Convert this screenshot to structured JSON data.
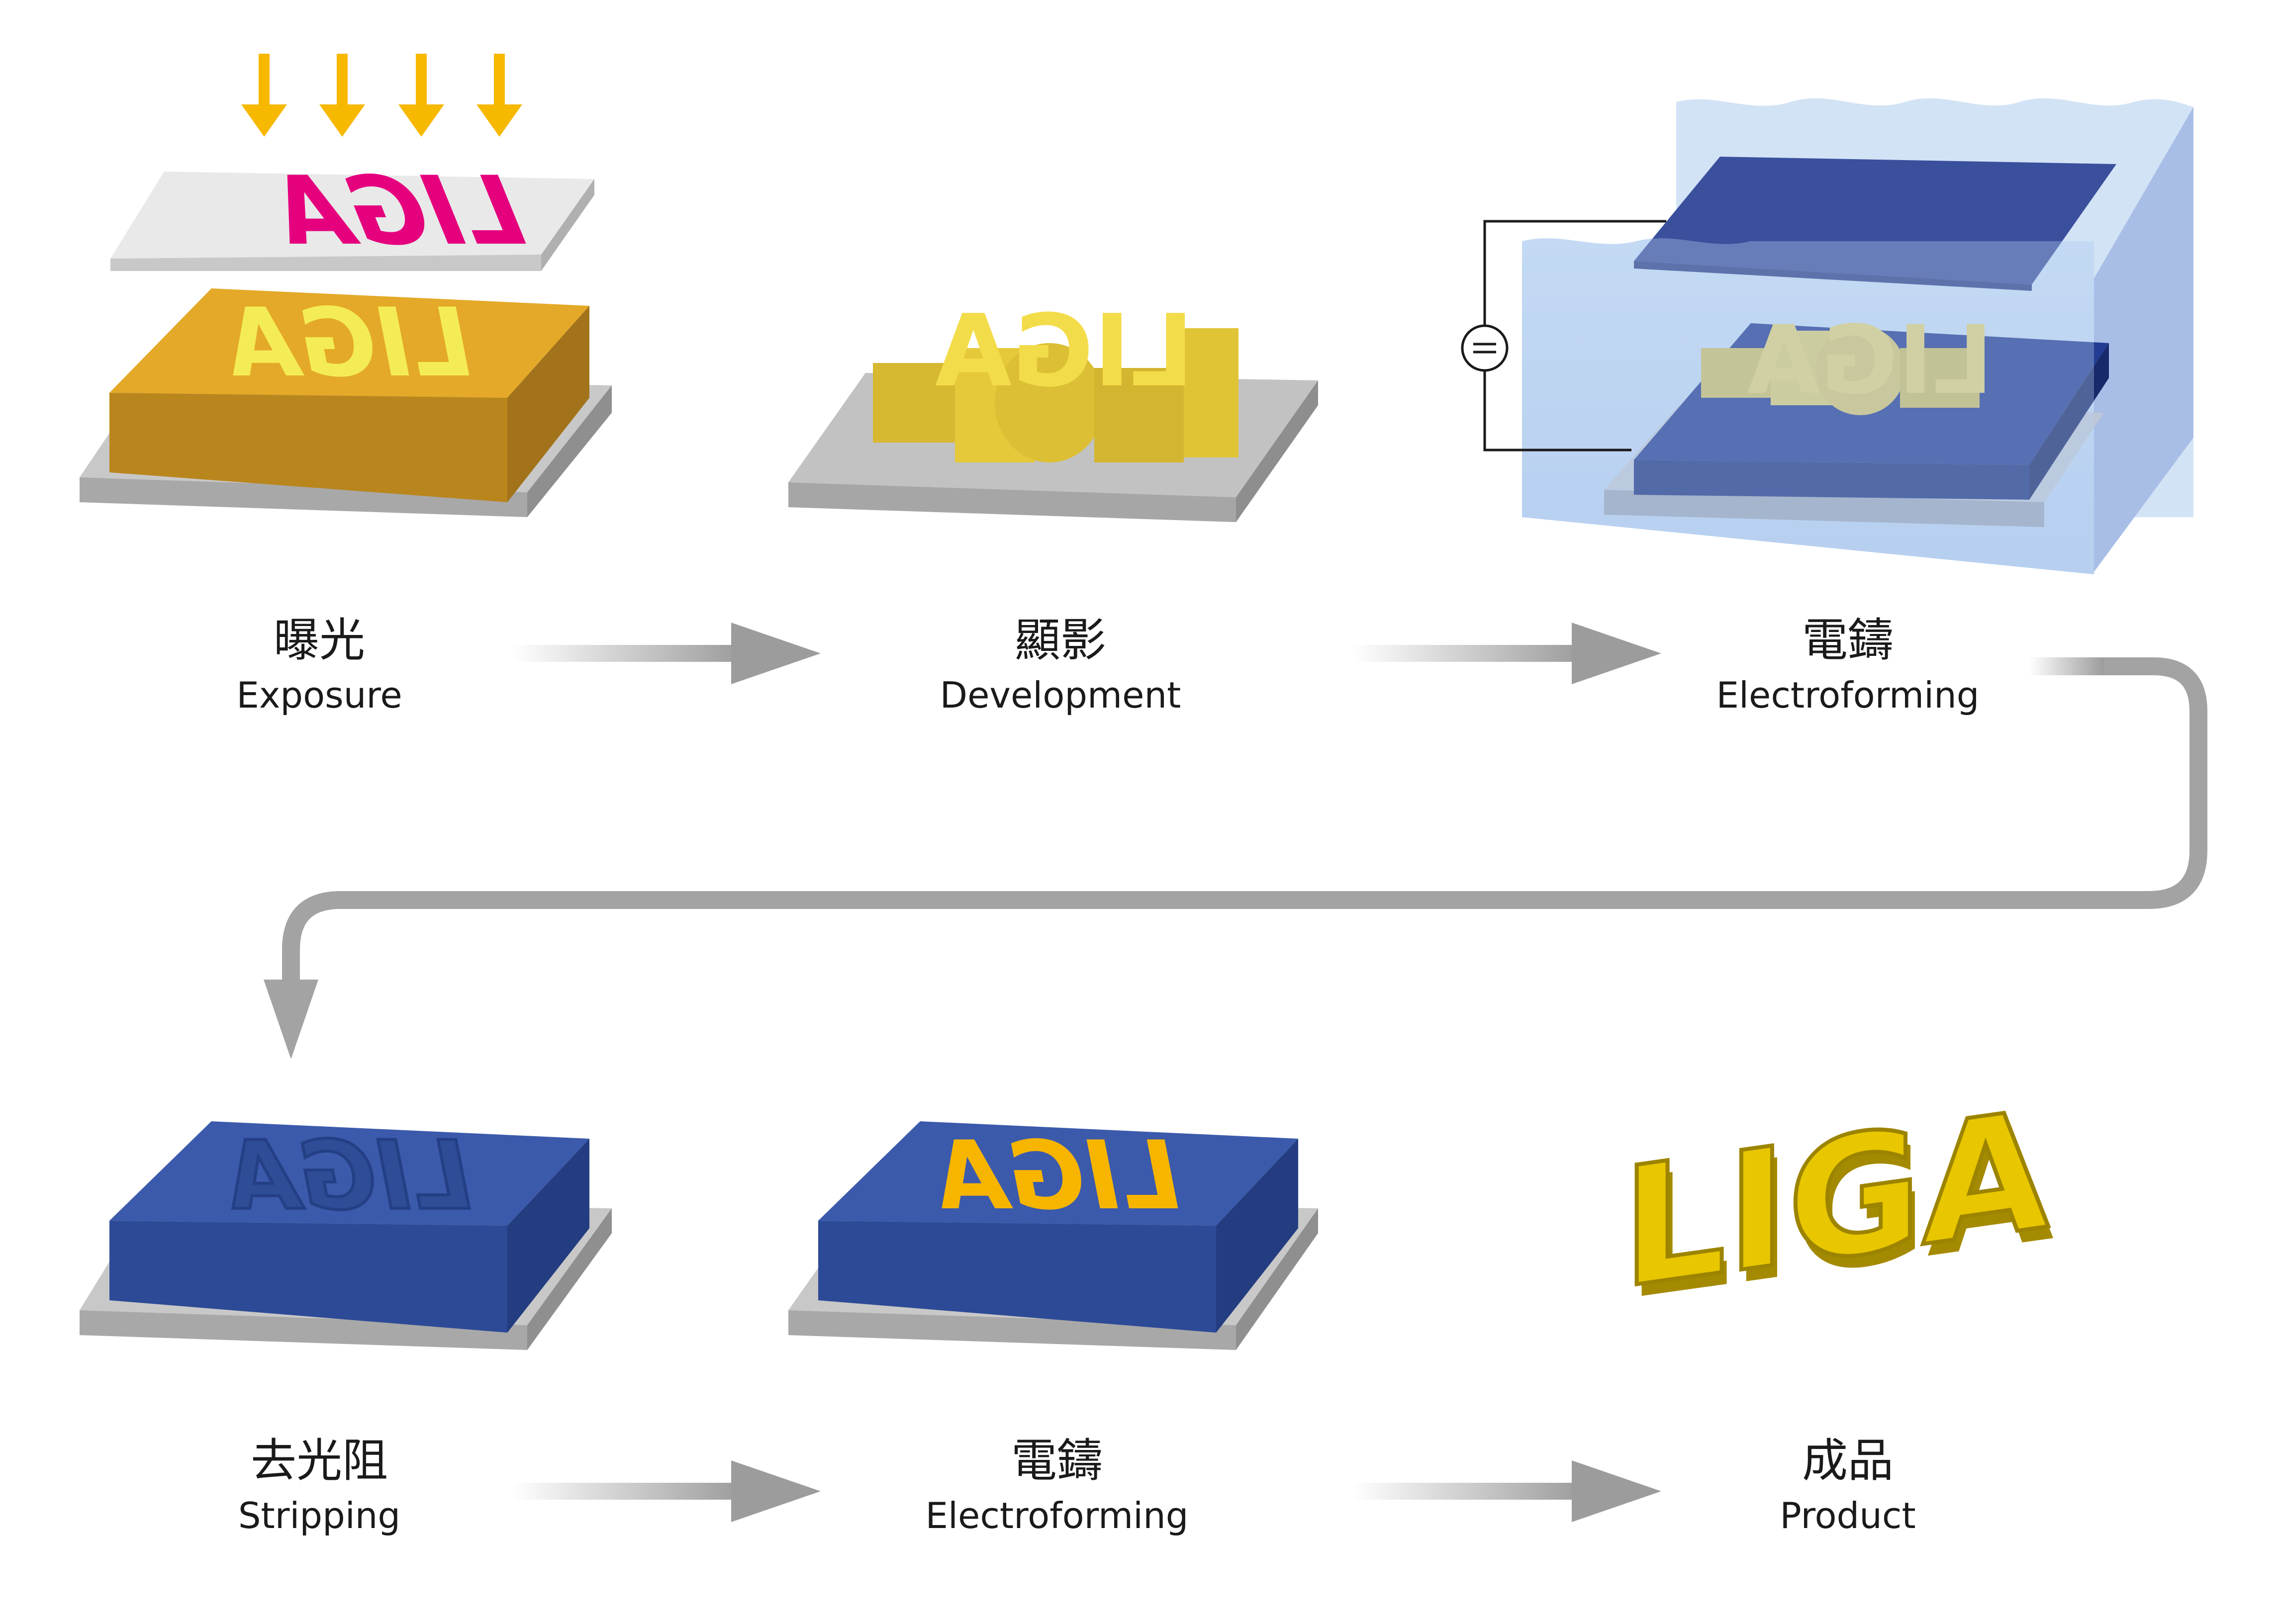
{
  "steps": [
    {
      "zh": "曝光",
      "en": "Exposure"
    },
    {
      "zh": "顯影",
      "en": "Development"
    },
    {
      "zh": "電鑄",
      "en": "Electroforming"
    },
    {
      "zh": "去光阻",
      "en": "Stripping"
    },
    {
      "zh": "電鑄",
      "en": "Electroforming"
    },
    {
      "zh": "成品",
      "en": "Product"
    }
  ],
  "pattern_text": "LIGA",
  "colors": {
    "substrate": "#bdbdbd",
    "resist": "#e4a928",
    "mask": "#e6e6e6",
    "mask_pattern": "#e5007e",
    "light": "#f7b800",
    "metal_gold": "#ecd23b",
    "electrode_blue": "#2b4595",
    "bath": "#bdd6f2",
    "arrow": "#a3a3a3"
  },
  "icons": [
    "light-arrow-icon",
    "power-source-icon",
    "process-arrow-icon"
  ]
}
